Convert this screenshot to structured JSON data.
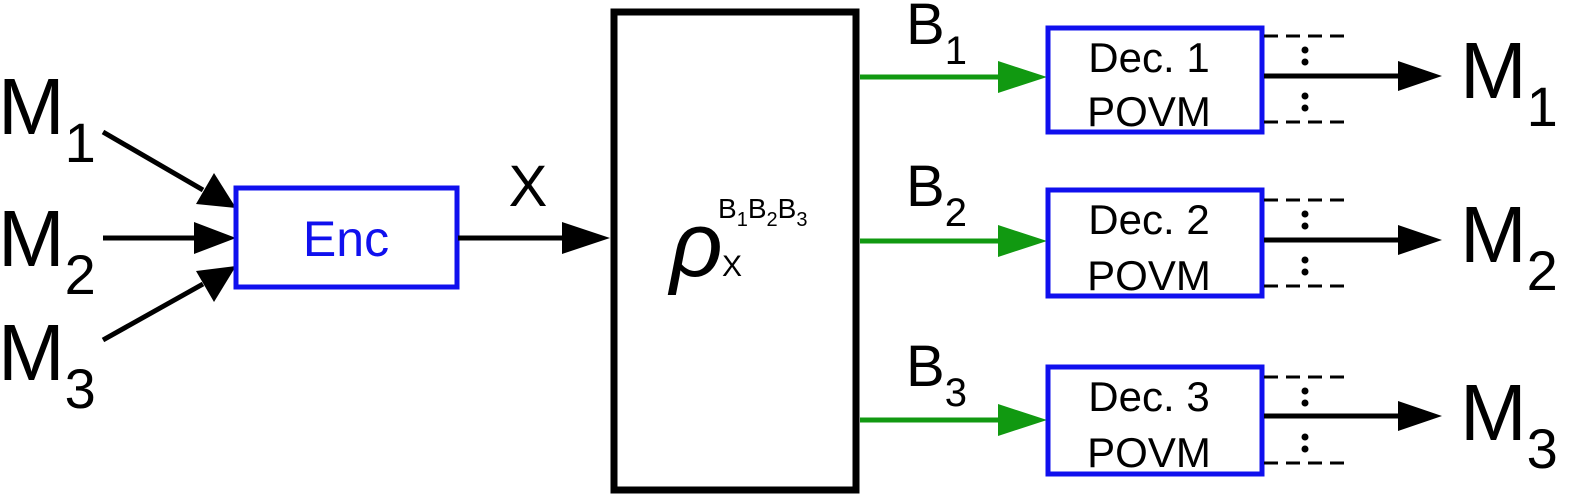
{
  "inputs": {
    "m1": {
      "base": "M",
      "sub": "1"
    },
    "m2": {
      "base": "M",
      "sub": "2"
    },
    "m3": {
      "base": "M",
      "sub": "3"
    }
  },
  "encoder": {
    "label": "Enc"
  },
  "channel_input": {
    "label": "X"
  },
  "channel": {
    "symbol": "ρ",
    "subscript": "X",
    "superscript": [
      {
        "base": "B",
        "sub": "1"
      },
      {
        "base": "B",
        "sub": "2"
      },
      {
        "base": "B",
        "sub": "3"
      }
    ]
  },
  "outputs": [
    {
      "base": "B",
      "sub": "1"
    },
    {
      "base": "B",
      "sub": "2"
    },
    {
      "base": "B",
      "sub": "3"
    }
  ],
  "decoders": [
    {
      "line1": "Dec. 1",
      "line2": "POVM"
    },
    {
      "line1": "Dec. 2",
      "line2": "POVM"
    },
    {
      "line1": "Dec. 3",
      "line2": "POVM"
    }
  ],
  "estimates": [
    {
      "base": "M",
      "sub": "1"
    },
    {
      "base": "M",
      "sub": "2"
    },
    {
      "base": "M",
      "sub": "3"
    }
  ],
  "colors": {
    "box_border_blue": "#1010ee",
    "arrow_green": "#119911",
    "line_black": "#000000",
    "text_blue": "#1010ee"
  }
}
